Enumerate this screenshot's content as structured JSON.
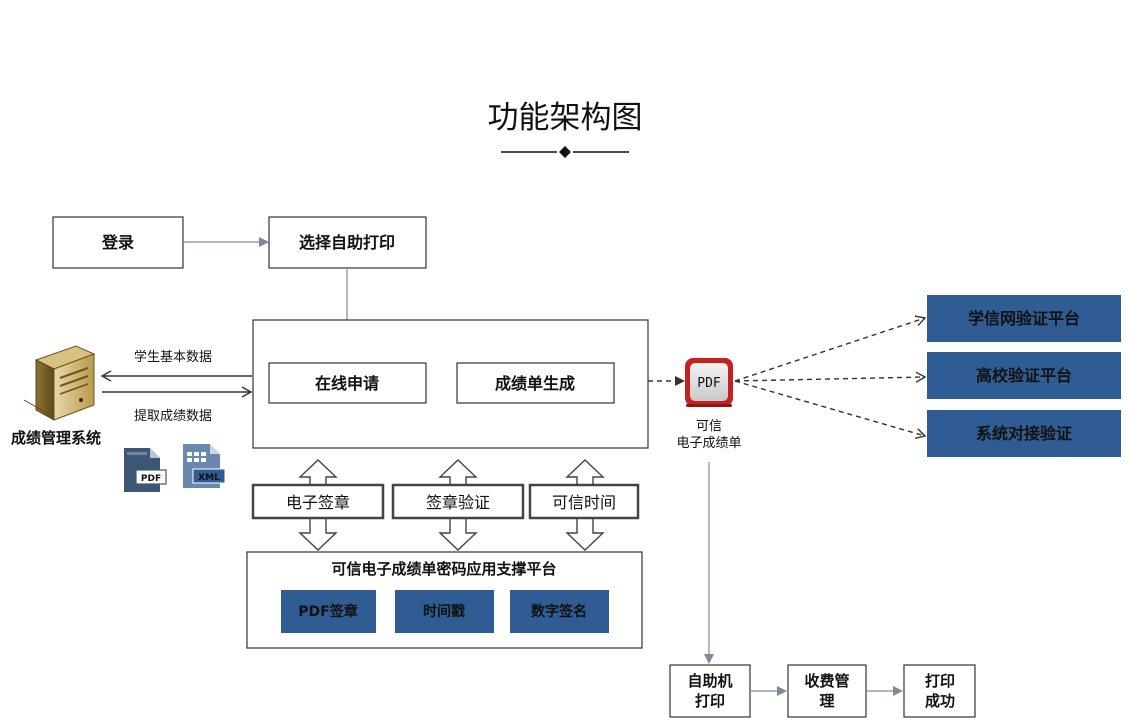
{
  "title": "功能架构图",
  "nodes": {
    "login": "登录",
    "select_print": "选择自助打印",
    "online_apply": "在线申请",
    "transcript_gen": "成绩单生成",
    "server_label": "成绩管理系统",
    "edge_student_data": "学生基本数据",
    "edge_extract_scores": "提取成绩数据",
    "pdf_file": "PDF",
    "xml_file": "XML",
    "e_signature": "电子签章",
    "signature_verify": "签章验证",
    "trusted_time": "可信时间",
    "platform_title": "可信电子成绩单密码应用支撑平台",
    "pdf_sign": "PDF签章",
    "timestamp": "时间戳",
    "digital_sign": "数字签名",
    "pdf_badge": "PDF",
    "trusted_line1": "可信",
    "trusted_line2": "电子成绩单",
    "verify_xuexin": "学信网验证平台",
    "verify_university": "高校验证平台",
    "verify_system": "系统对接验证",
    "kiosk_line1": "自助机",
    "kiosk_line2": "打印",
    "fee_line1": "收费管",
    "fee_line2": "理",
    "done_line1": "打印",
    "done_line2": "成功"
  },
  "colors": {
    "accent_blue": "#2e5c93",
    "line_gray": "#7d8a99",
    "pdf_red": "#c62020"
  }
}
